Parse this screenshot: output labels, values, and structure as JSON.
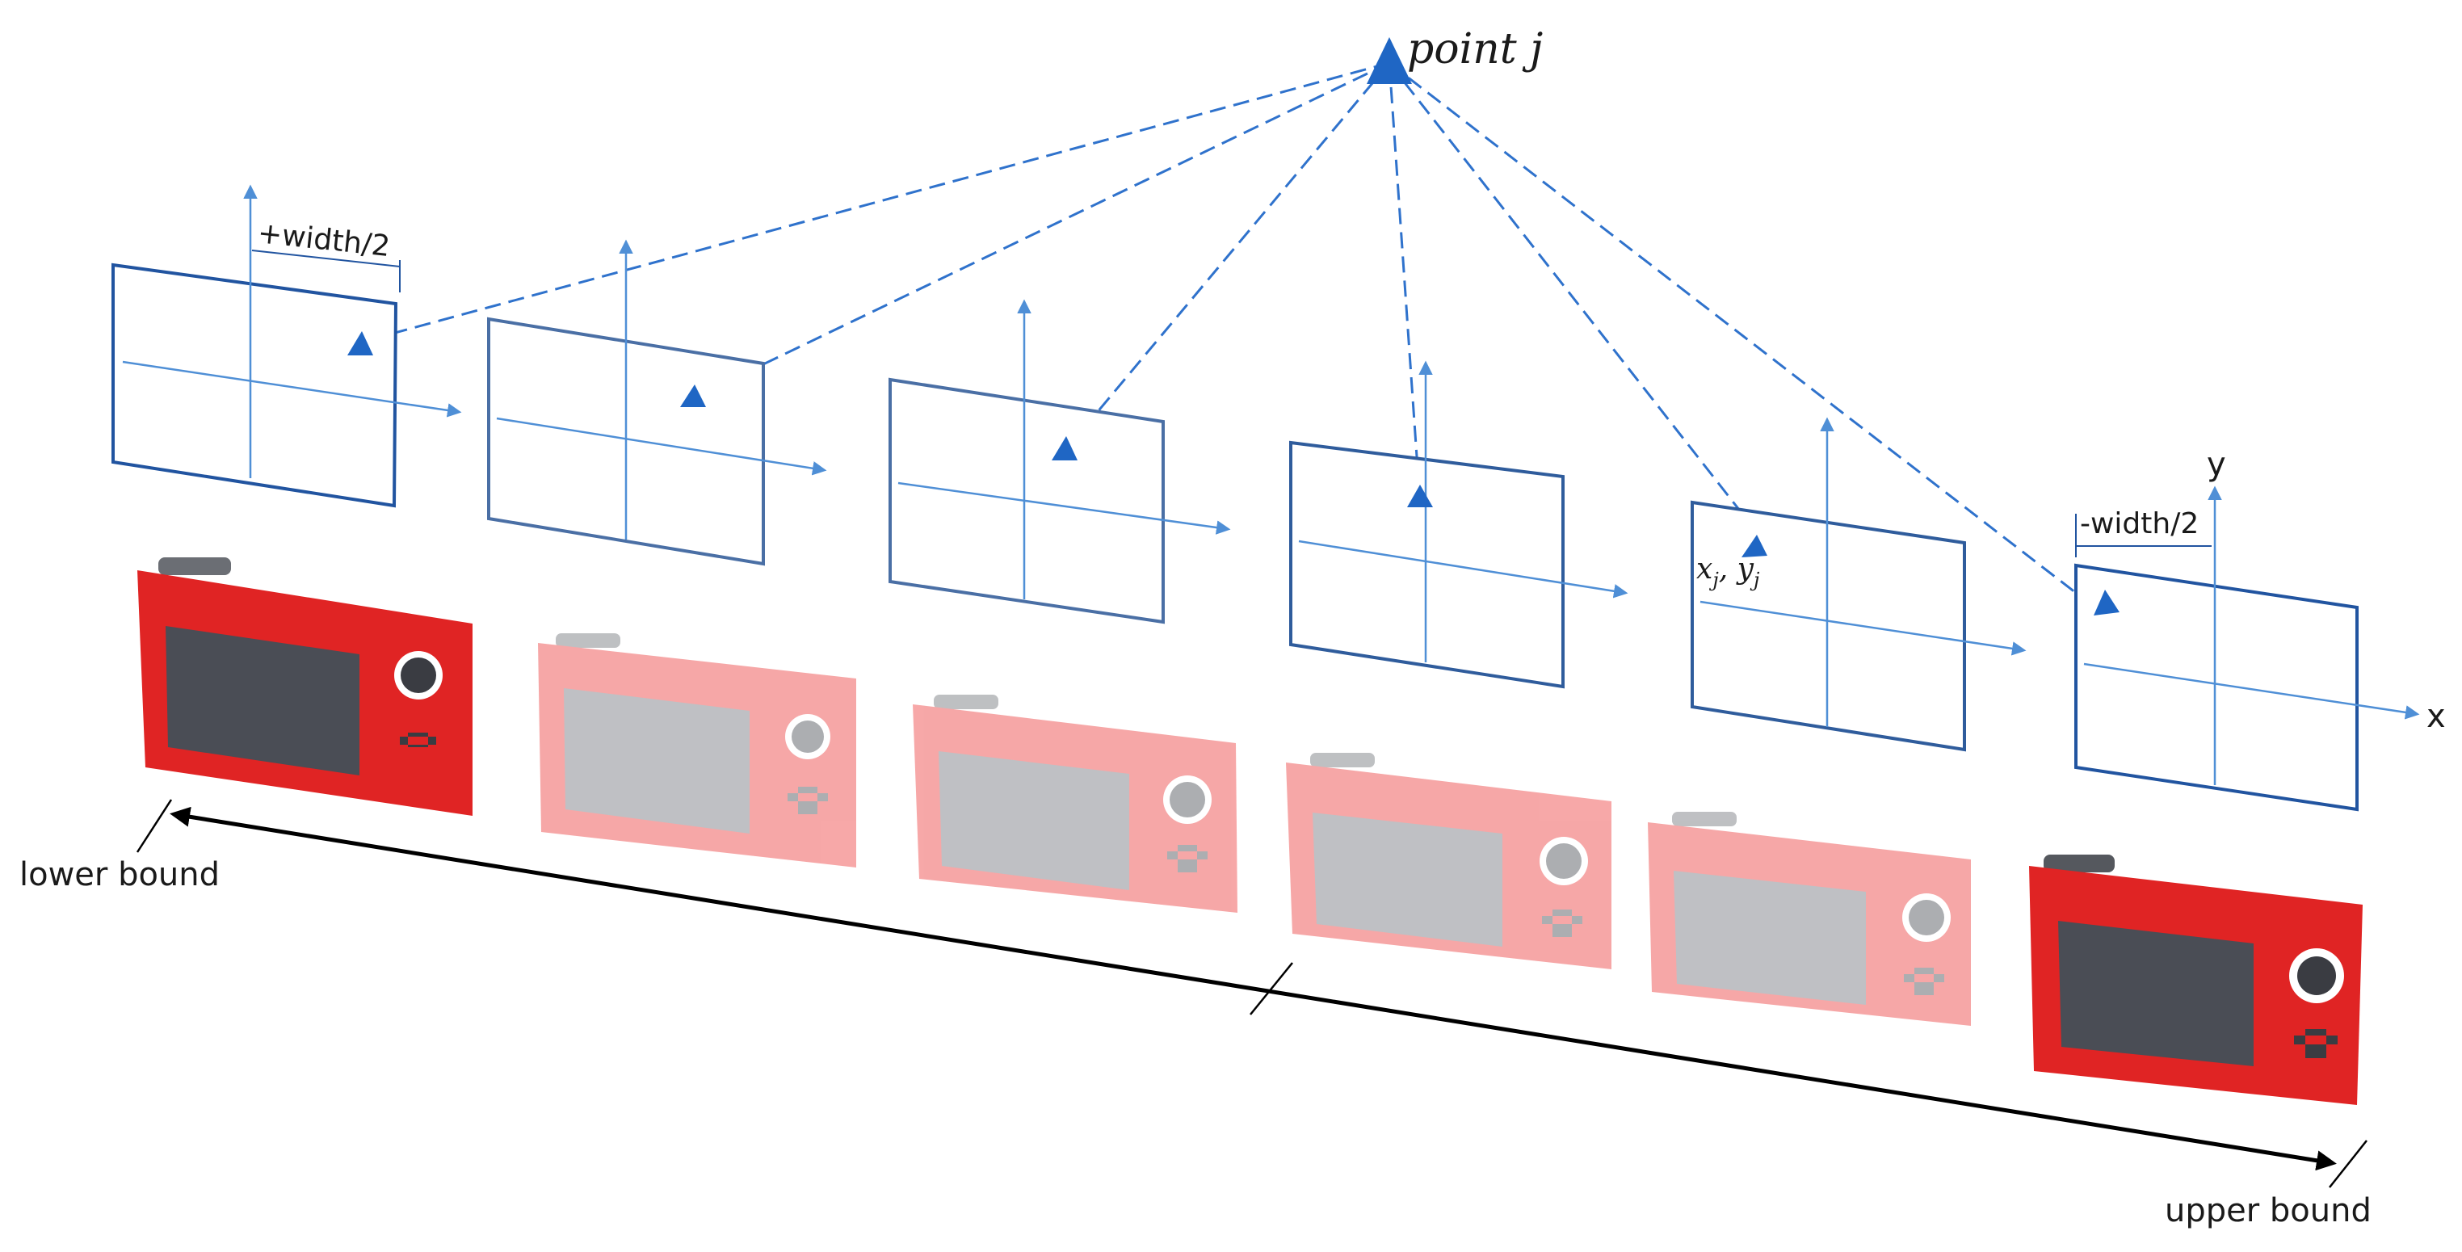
{
  "labels": {
    "point": "point j",
    "plus_half_width": "+width/2",
    "minus_half_width": "-width/2",
    "projection_x": "x",
    "projection_x_sub": "j",
    "projection_sep": ", ",
    "projection_y": "y",
    "projection_y_sub": "j",
    "axis_x": "x",
    "axis_y": "y",
    "lower_bound": "lower bound",
    "upper_bound": "upper bound"
  },
  "colors": {
    "frame_dark": "#2154a0",
    "frame_mid": "#4a6fa5",
    "axis_blue": "#4f8fd6",
    "ray_blue": "#2f72cc",
    "marker_blue": "#1f66c4",
    "camera_red": "#e02424",
    "camera_red_faded": "#f28e8e",
    "screen_dark": "#4a4d55",
    "screen_faded": "#a7a9ae",
    "bound_arrow": "#000000"
  },
  "frames": [
    {
      "opacity": 1.0
    },
    {
      "opacity": 0.85
    },
    {
      "opacity": 0.85
    },
    {
      "opacity": 0.85
    },
    {
      "opacity": 0.85
    },
    {
      "opacity": 1.0
    }
  ],
  "cameras": [
    {
      "faded": false
    },
    {
      "faded": true
    },
    {
      "faded": true
    },
    {
      "faded": true
    },
    {
      "faded": true
    },
    {
      "faded": false
    }
  ]
}
